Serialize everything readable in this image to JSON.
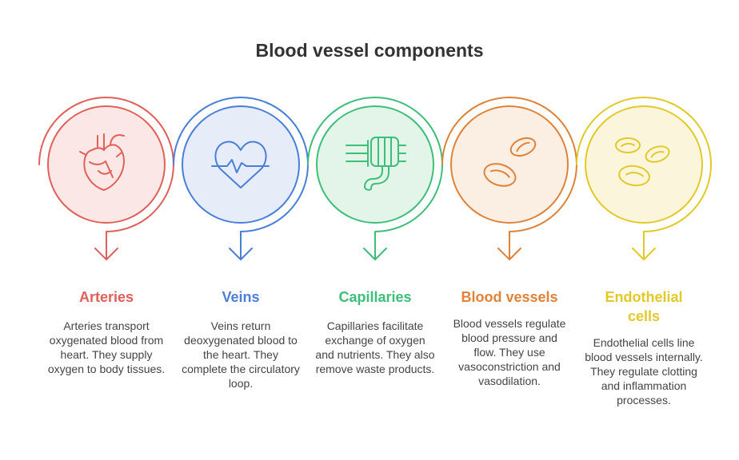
{
  "title": "Blood vessel components",
  "items": [
    {
      "heading": "Arteries",
      "description": "Arteries transport oxygenated blood from heart. They supply oxygen to body tissues.",
      "color": "#e0605a",
      "fill": "#fbe8e6",
      "icon": "heart-icon"
    },
    {
      "heading": "Veins",
      "description": "Veins return deoxygenated blood to the heart. They complete the circulatory loop.",
      "color": "#4a7fd9",
      "fill": "#e6ecf8",
      "icon": "heartbeat-icon"
    },
    {
      "heading": "Capillaries",
      "description": "Capillaries facilitate exchange of oxygen and nutrients. They also remove waste products.",
      "color": "#3dbf7a",
      "fill": "#e3f4e9",
      "icon": "capillary-vessel-icon"
    },
    {
      "heading": "Blood vessels",
      "description": "Blood vessels regulate blood pressure and flow. They use vasoconstriction and vasodilation.",
      "color": "#e08238",
      "fill": "#fbeee2",
      "icon": "blood-cells-icon"
    },
    {
      "heading": "Endothelial cells",
      "description": "Endothelial cells line blood vessels internally. They regulate clotting and inflammation processes.",
      "color": "#e3c928",
      "fill": "#fbf5dc",
      "icon": "cells-icon"
    }
  ]
}
